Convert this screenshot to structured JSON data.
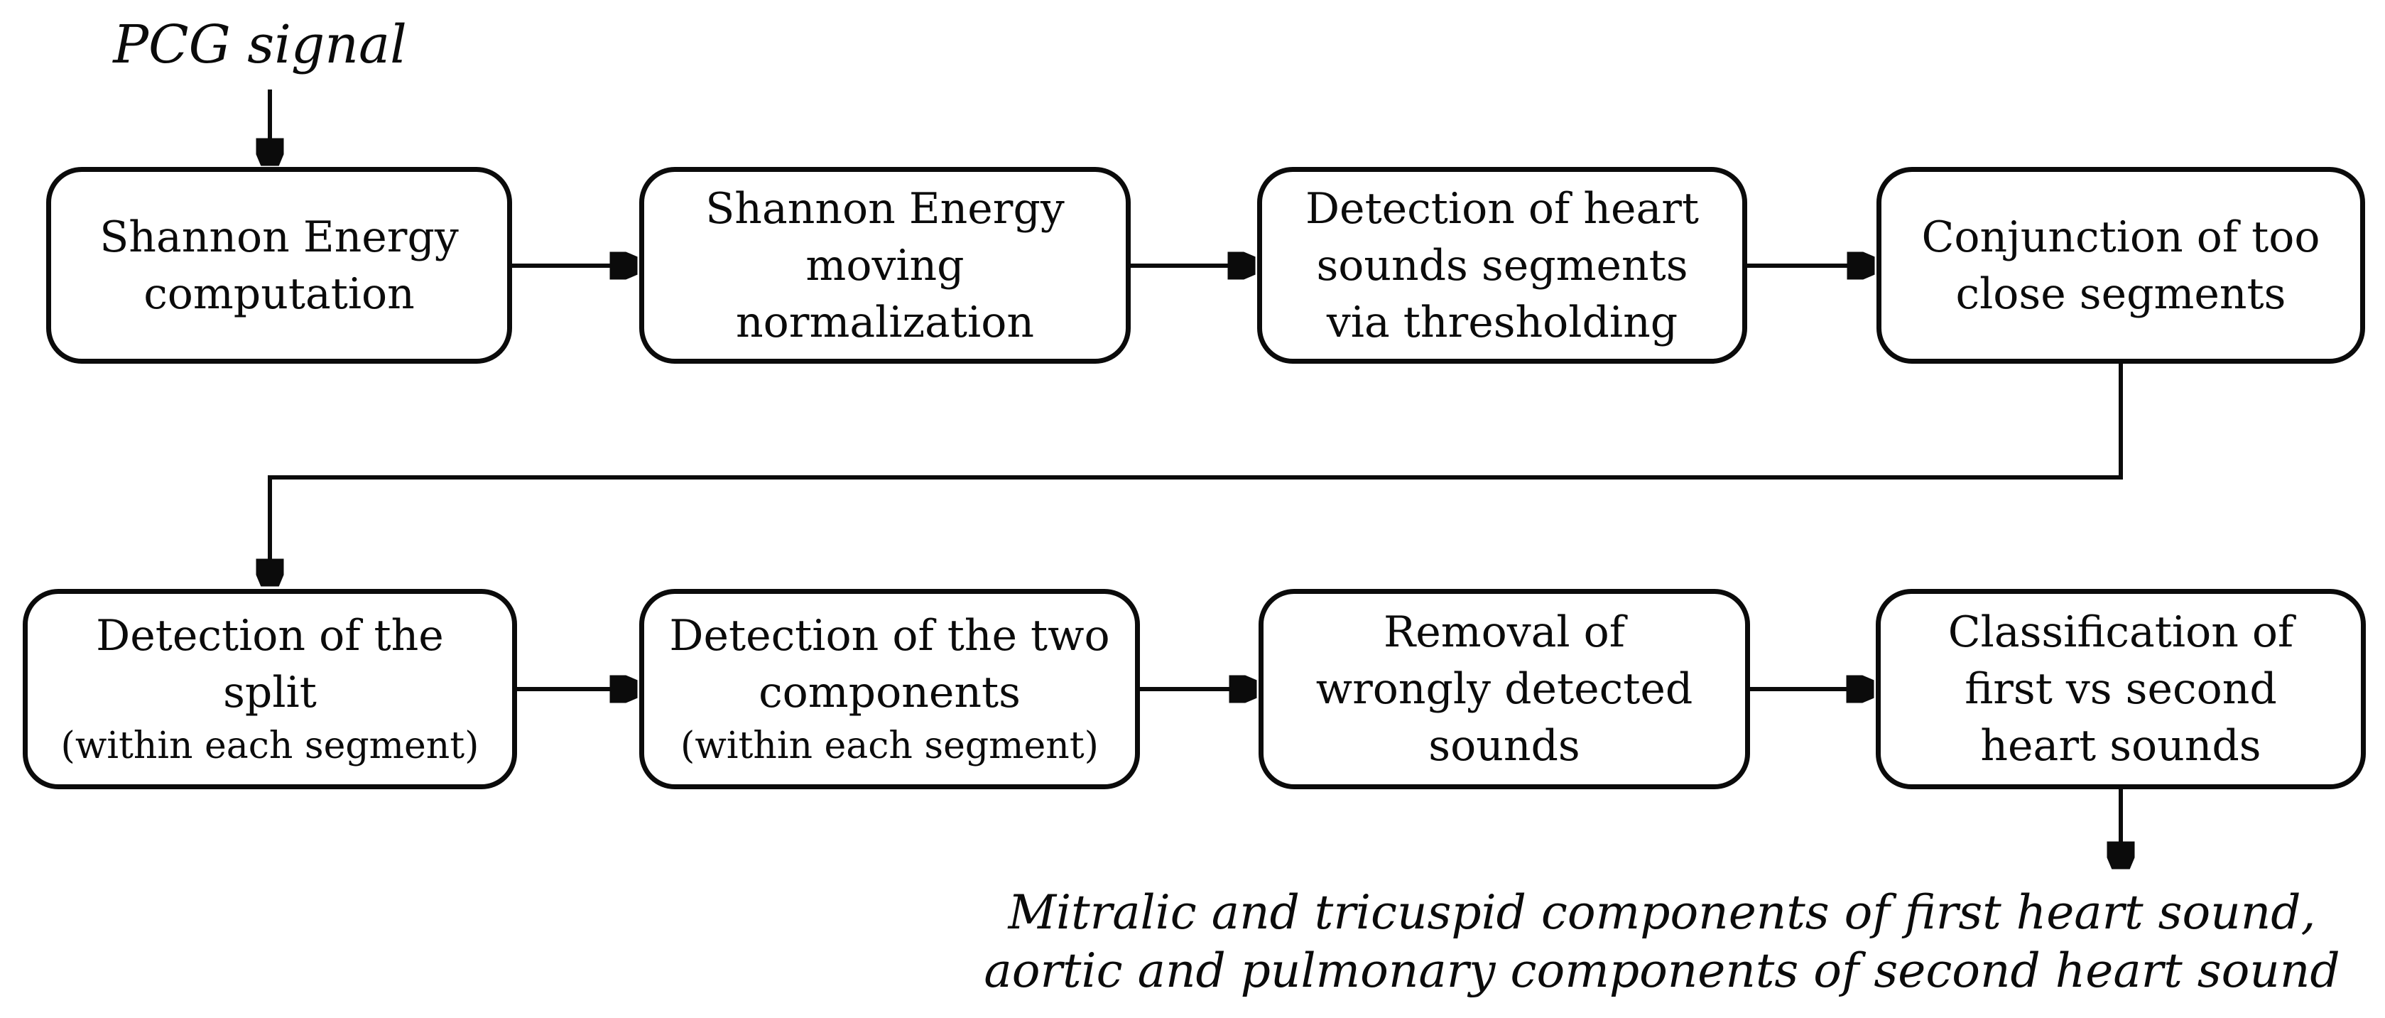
{
  "colors": {
    "stroke": "#0b0b0b",
    "background": "#ffffff"
  },
  "input_label": "PCG signal",
  "boxes": {
    "row1": [
      {
        "id": "shannon-energy-computation",
        "lines": [
          "Shannon Energy",
          "computation"
        ]
      },
      {
        "id": "shannon-energy-moving-normalization",
        "lines": [
          "Shannon Energy",
          "moving",
          "normalization"
        ]
      },
      {
        "id": "detection-heart-sound-segments",
        "lines": [
          "Detection of heart",
          "sounds segments",
          "via thresholding"
        ]
      },
      {
        "id": "conjunction-close-segments",
        "lines": [
          "Conjunction of too",
          "close segments"
        ]
      }
    ],
    "row2": [
      {
        "id": "detection-of-split",
        "lines": [
          "Detection of the",
          "split"
        ],
        "sub": "(within each segment)"
      },
      {
        "id": "detection-two-components",
        "lines": [
          "Detection of the two",
          "components"
        ],
        "sub": "(within each segment)"
      },
      {
        "id": "removal-wrong-sounds",
        "lines": [
          "Removal of",
          "wrongly detected",
          "sounds"
        ]
      },
      {
        "id": "classification-heart-sounds",
        "lines": [
          "Classification of",
          "first vs second",
          "heart sounds"
        ]
      }
    ]
  },
  "output_caption": {
    "line1": "Mitralic and tricuspid components of first heart sound,",
    "line2": "aortic and pulmonary components of second heart sound"
  }
}
